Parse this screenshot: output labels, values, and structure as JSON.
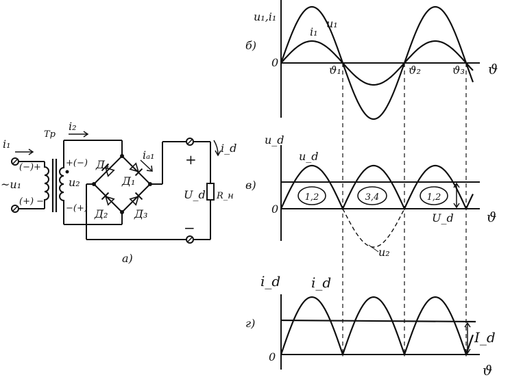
{
  "circuit": {
    "caption": "а)",
    "transformer_label": "Тр",
    "i1": "i₁",
    "i2": "i₂",
    "u1": "~u₁",
    "u2": "u₂",
    "prim_top_pol": "(−)+",
    "prim_bot_pol": "(+) −",
    "sec_top_pol": "+(−)",
    "sec_bot_pol": "−(+)",
    "d1": "Д₁",
    "d2": "Д₂",
    "d3": "Д₃",
    "d4": "Д₄",
    "ia1": "iₐ₁",
    "id": "i_d",
    "plus": "+",
    "minus": "−",
    "ud": "U_d",
    "rn": "R_н"
  },
  "graph_b": {
    "caption": "б)",
    "ylabel": "u₁,i₁",
    "zero": "0",
    "xlabel": "ϑ",
    "u1": "u₁",
    "i1": "i₁",
    "t1": "ϑ₁",
    "t2": "ϑ₂",
    "t3": "ϑ₃"
  },
  "graph_v": {
    "caption": "в)",
    "ylabel": "u_d",
    "zero": "0",
    "xlabel": "ϑ",
    "ud": "u_d",
    "u2": "u₂",
    "Ud": "U_d",
    "seg1": "1,2",
    "seg2": "3,4",
    "seg3": "1,2"
  },
  "graph_g": {
    "caption": "г)",
    "ylabel": "i_d",
    "zero": "0",
    "xlabel": "ϑ",
    "id": "i_d",
    "Id": "I_d"
  }
}
